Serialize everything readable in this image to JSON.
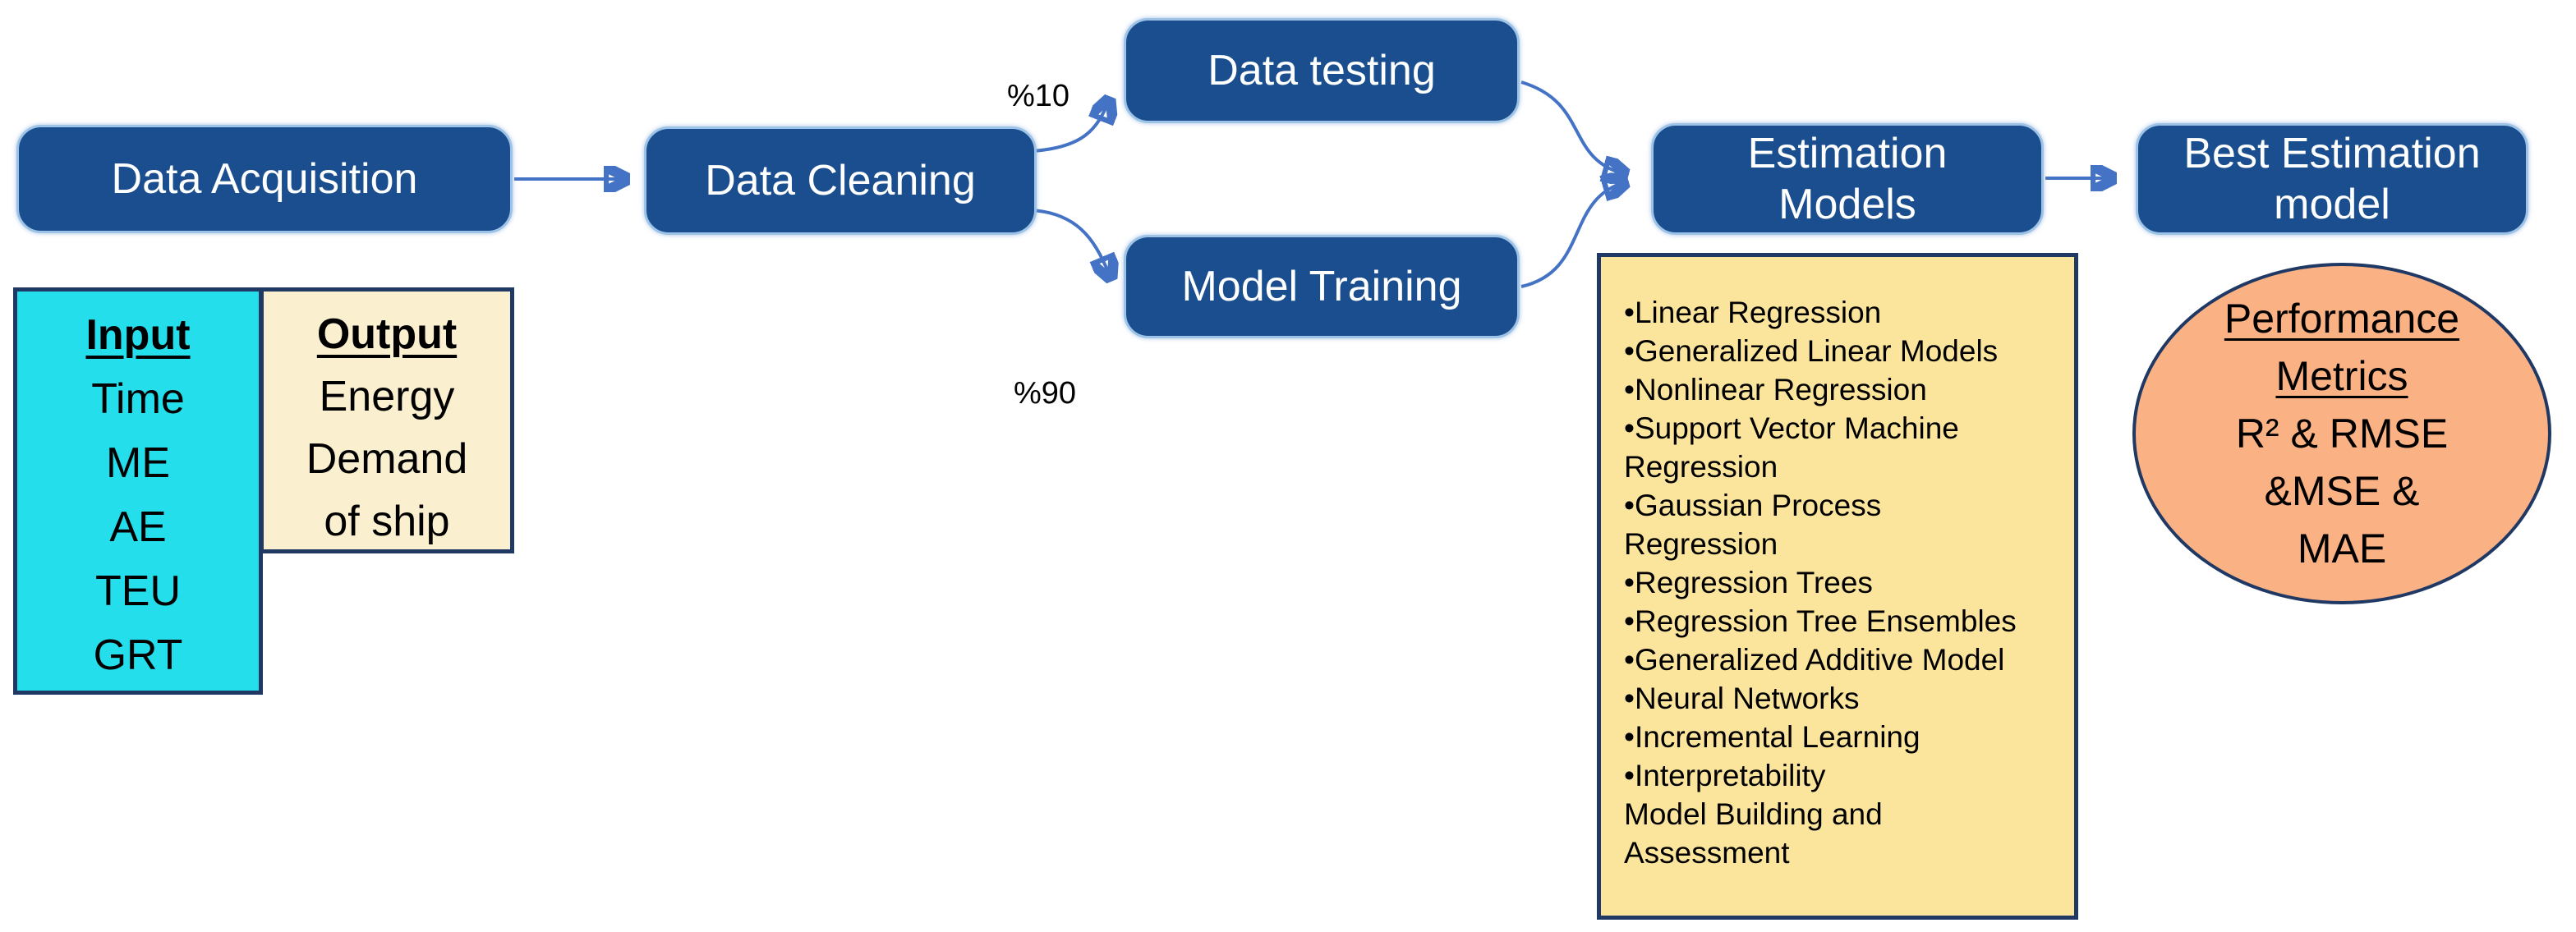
{
  "diagram": {
    "colors": {
      "node_fill": "#1A4E8F",
      "node_border": "#9DC3E6",
      "node_text": "#FFFFFF",
      "connector": "#4472C4",
      "panel_border": "#1F3864",
      "input_fill": "#25DEEC",
      "output_fill": "#FAF0D0",
      "models_fill": "#FBE59D",
      "metrics_fill": "#FAB183"
    },
    "nodes": {
      "data_acquisition": {
        "label": "Data Acquisition"
      },
      "data_cleaning": {
        "label": "Data Cleaning"
      },
      "data_testing": {
        "label": "Data testing"
      },
      "model_training": {
        "label": "Model Training"
      },
      "estimation_models": {
        "lines": [
          "Estimation",
          "Models"
        ]
      },
      "best_estimation": {
        "lines": [
          "Best Estimation",
          "model"
        ]
      }
    },
    "edge_labels": {
      "testing_split": "%10",
      "training_split": "%90"
    },
    "input_box": {
      "title": "Input",
      "items": [
        "Time",
        "ME",
        "AE",
        "TEU",
        "GRT"
      ]
    },
    "output_box": {
      "title": "Output",
      "lines": [
        "Energy",
        "Demand",
        "of ship"
      ]
    },
    "models_box": {
      "bullet": "•",
      "items": [
        "Linear Regression",
        "Generalized Linear Models",
        "Nonlinear Regression",
        "Support Vector Machine Regression",
        "Gaussian Process Regression",
        "Regression Trees",
        "Regression Tree Ensembles",
        "Generalized Additive Model",
        "Neural Networks",
        "Incremental Learning",
        "Interpretability"
      ],
      "footer": "Model Building and Assessment"
    },
    "metrics_ellipse": {
      "title_lines": [
        "Performance",
        "Metrics"
      ],
      "lines": [
        "R² & RMSE",
        "&MSE &",
        "MAE"
      ]
    }
  }
}
